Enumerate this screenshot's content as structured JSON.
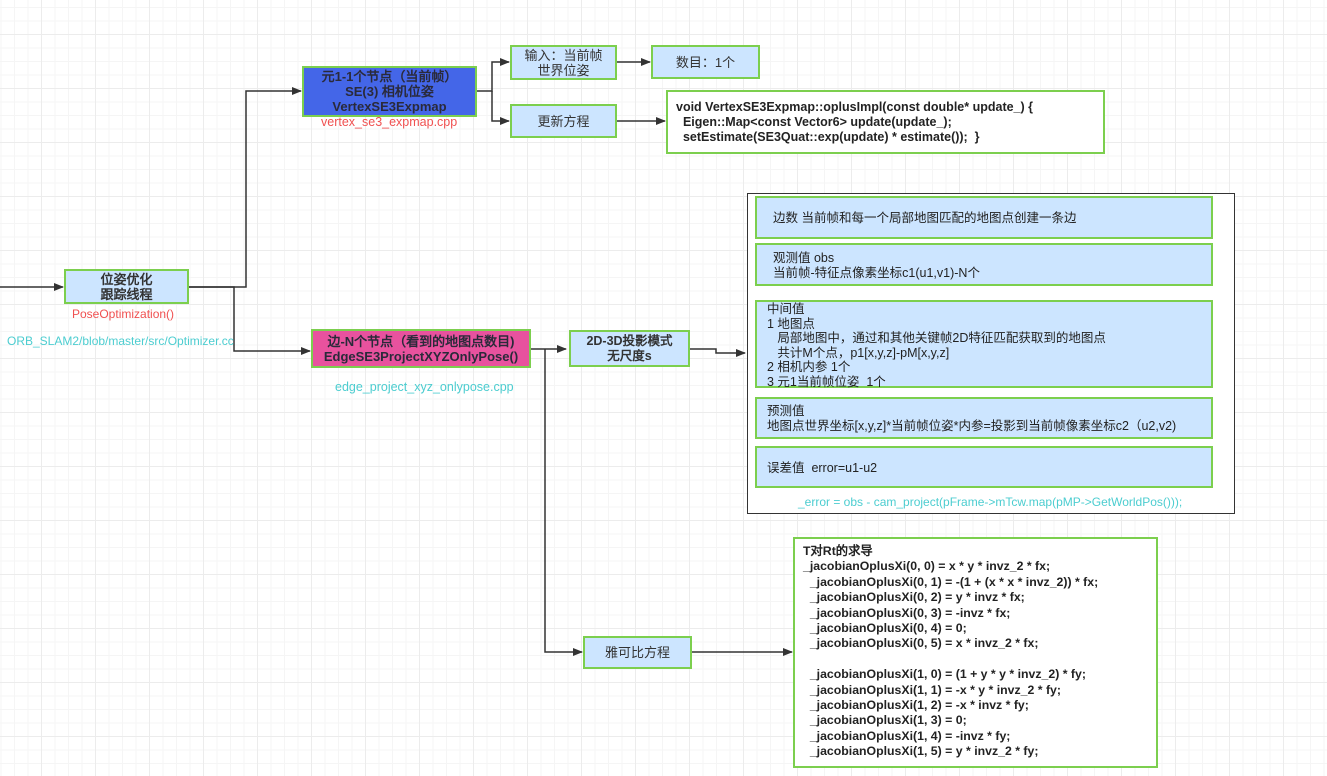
{
  "nodes": {
    "pose_opt": "位姿优化\n跟踪线程",
    "vertex": "元1-1个节点（当前帧）\nSE(3) 相机位姿\nVertexSE3Expmap",
    "input": "输入：当前帧\n世界位姿",
    "count": "数目：1个",
    "update_eq": "更新方程",
    "edge": "边-N个节点（看到的地图点数目)\nEdgeSE3ProjectXYZOnlyPose()",
    "projection": "2D-3D投影模式\n无尺度s",
    "jacobian": "雅可比方程"
  },
  "labels": {
    "pose_opt_func": "PoseOptimization()",
    "optimizer_src": "ORB_SLAM2/blob/master/src/Optimizer.cc",
    "vertex_src": "vertex_se3_expmap.cpp",
    "edge_src": "edge_project_xyz_onlypose.cpp",
    "error_code": "_error = obs - cam_project(pFrame->mTcw.map(pMP->GetWorldPos()));"
  },
  "update_code": "void VertexSE3Expmap::oplusImpl(const double* update_) {\n  Eigen::Map<const Vector6> update(update_);\n  setEstimate(SE3Quat::exp(update) * estimate());  }",
  "panels": {
    "edges": "边数 当前帧和每一个局部地图匹配的地图点创建一条边",
    "obs": "观测值 obs\n当前帧-特征点像素坐标c1(u1,v1)-N个",
    "intermediate": "中间值\n1 地图点\n   局部地图中，通过和其他关键帧2D特征匹配获取到的地图点\n   共计M个点，p1[x,y,z]-pM[x,y,z]\n2 相机内参 1个\n3 元1当前帧位姿  1个",
    "predict": "预测值\n地图点世界坐标[x,y,z]*当前帧位姿*内参=投影到当前帧像素坐标c2（u2,v2)",
    "error": "误差值  error=u1-u2"
  },
  "jacobian_code": "T对Rt的求导\n_jacobianOplusXi(0, 0) = x * y * invz_2 * fx;\n  _jacobianOplusXi(0, 1) = -(1 + (x * x * invz_2)) * fx;\n  _jacobianOplusXi(0, 2) = y * invz * fx;\n  _jacobianOplusXi(0, 3) = -invz * fx;\n  _jacobianOplusXi(0, 4) = 0;\n  _jacobianOplusXi(0, 5) = x * invz_2 * fx;\n\n  _jacobianOplusXi(1, 0) = (1 + y * y * invz_2) * fy;\n  _jacobianOplusXi(1, 1) = -x * y * invz_2 * fy;\n  _jacobianOplusXi(1, 2) = -x * invz * fy;\n  _jacobianOplusXi(1, 3) = 0;\n  _jacobianOplusXi(1, 4) = -invz * fy;\n  _jacobianOplusXi(1, 5) = y * invz_2 * fy;",
  "colors": {
    "node_fill": "#cce5ff",
    "node_border": "#7ccf4e",
    "vertex_fill": "#4466e8",
    "edge_fill": "#e8529e",
    "label_red": "#f05050",
    "label_cyan": "#4ccdd0"
  }
}
